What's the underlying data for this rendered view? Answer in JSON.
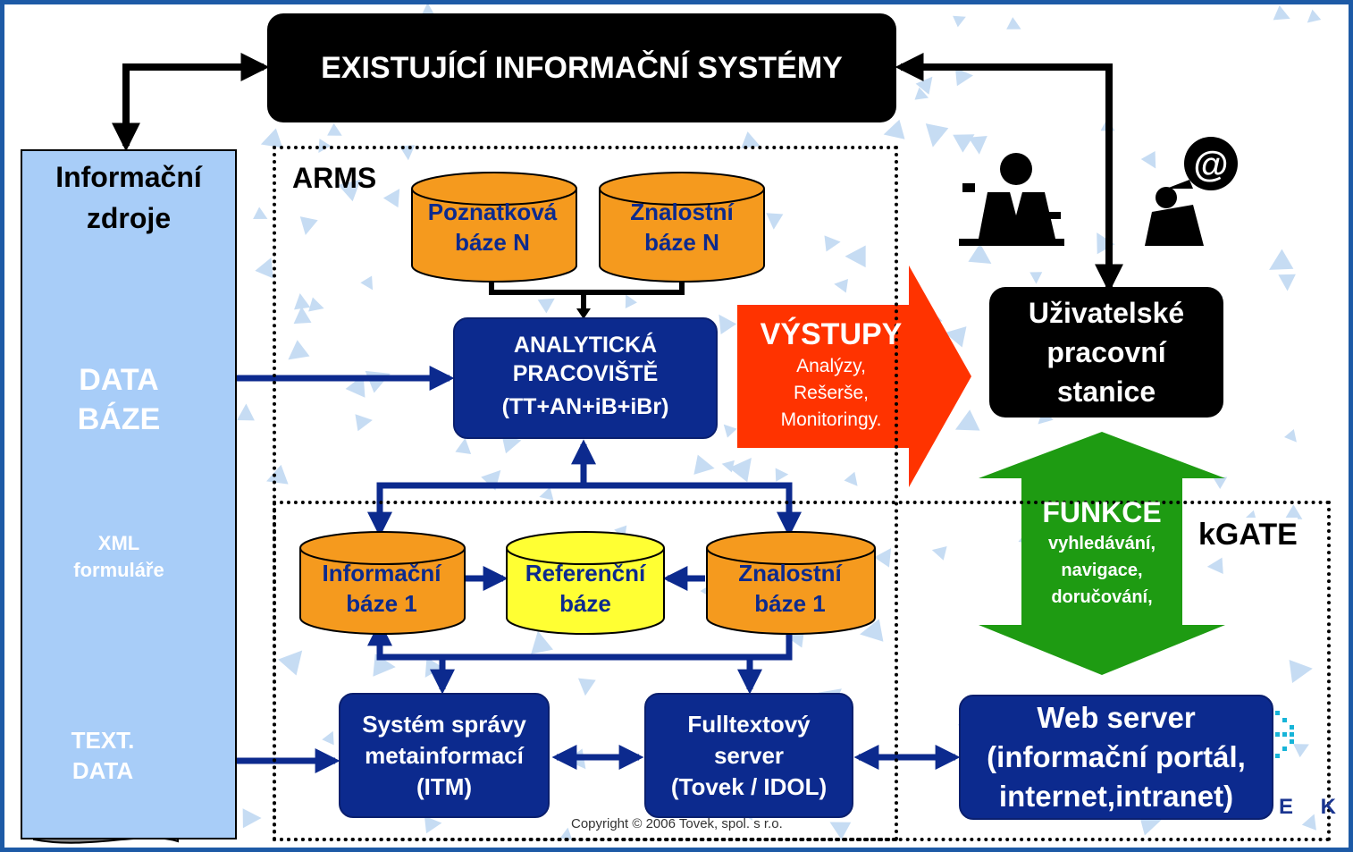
{
  "top_system": {
    "label": "EXISTUJÍCÍ INFORMAČNÍ SYSTÉMY"
  },
  "sources": {
    "title": "Informační zdroje",
    "database": {
      "label": "DATA BÁZE"
    },
    "xml": {
      "label": "XML formuláře"
    },
    "text": {
      "label": "TEXT. DATA"
    }
  },
  "arms": {
    "label": "ARMS",
    "kb_n": {
      "label_line1": "Poznatková",
      "label_line2": "báze N"
    },
    "zn_n": {
      "label_line1": "Znalostní",
      "label_line2": "báze N"
    },
    "analytic": {
      "line1": "ANALYTICKÁ",
      "line2": "PRACOVIŠTĚ",
      "line3": "(TT+AN+iB+iBr)"
    },
    "info_1": {
      "label_line1": "Informační",
      "label_line2": "báze 1"
    },
    "ref": {
      "label_line1": "Referenční",
      "label_line2": "báze"
    },
    "zn_1": {
      "label_line1": "Znalostní",
      "label_line2": "báze 1"
    },
    "itm": {
      "line1": "Systém správy",
      "line2": "metainformací",
      "line3": "(ITM)"
    },
    "fulltext": {
      "line1": "Fulltextový",
      "line2": "server",
      "line3": "(Tovek / IDOL)"
    }
  },
  "outputs": {
    "title": "VÝSTUPY",
    "items": [
      "Analýzy,",
      "Rešerše,",
      "Monitoringy."
    ]
  },
  "workstation": {
    "line1": "Uživatelské",
    "line2": "pracovní",
    "line3": "stanice"
  },
  "functions": {
    "title": "FUNKCE",
    "items": [
      "vyhledávání,",
      "navigace,",
      "doručování,"
    ]
  },
  "kgate": {
    "label": "kGATE"
  },
  "webserver": {
    "line1": "Web server",
    "line2": "(informační portál,",
    "line3": "internet,intranet)"
  },
  "copyright": "Copyright © 2006 Tovek, spol. s r.o.",
  "logo_fragment": "E K",
  "colors": {
    "navy": "#0c2a8e",
    "orange": "#f59a1e",
    "yellow": "#ffff33",
    "red": "#ff3300",
    "green": "#1e9b12",
    "light_blue": "#a8cdf8",
    "gray": "#7f7f7f"
  }
}
